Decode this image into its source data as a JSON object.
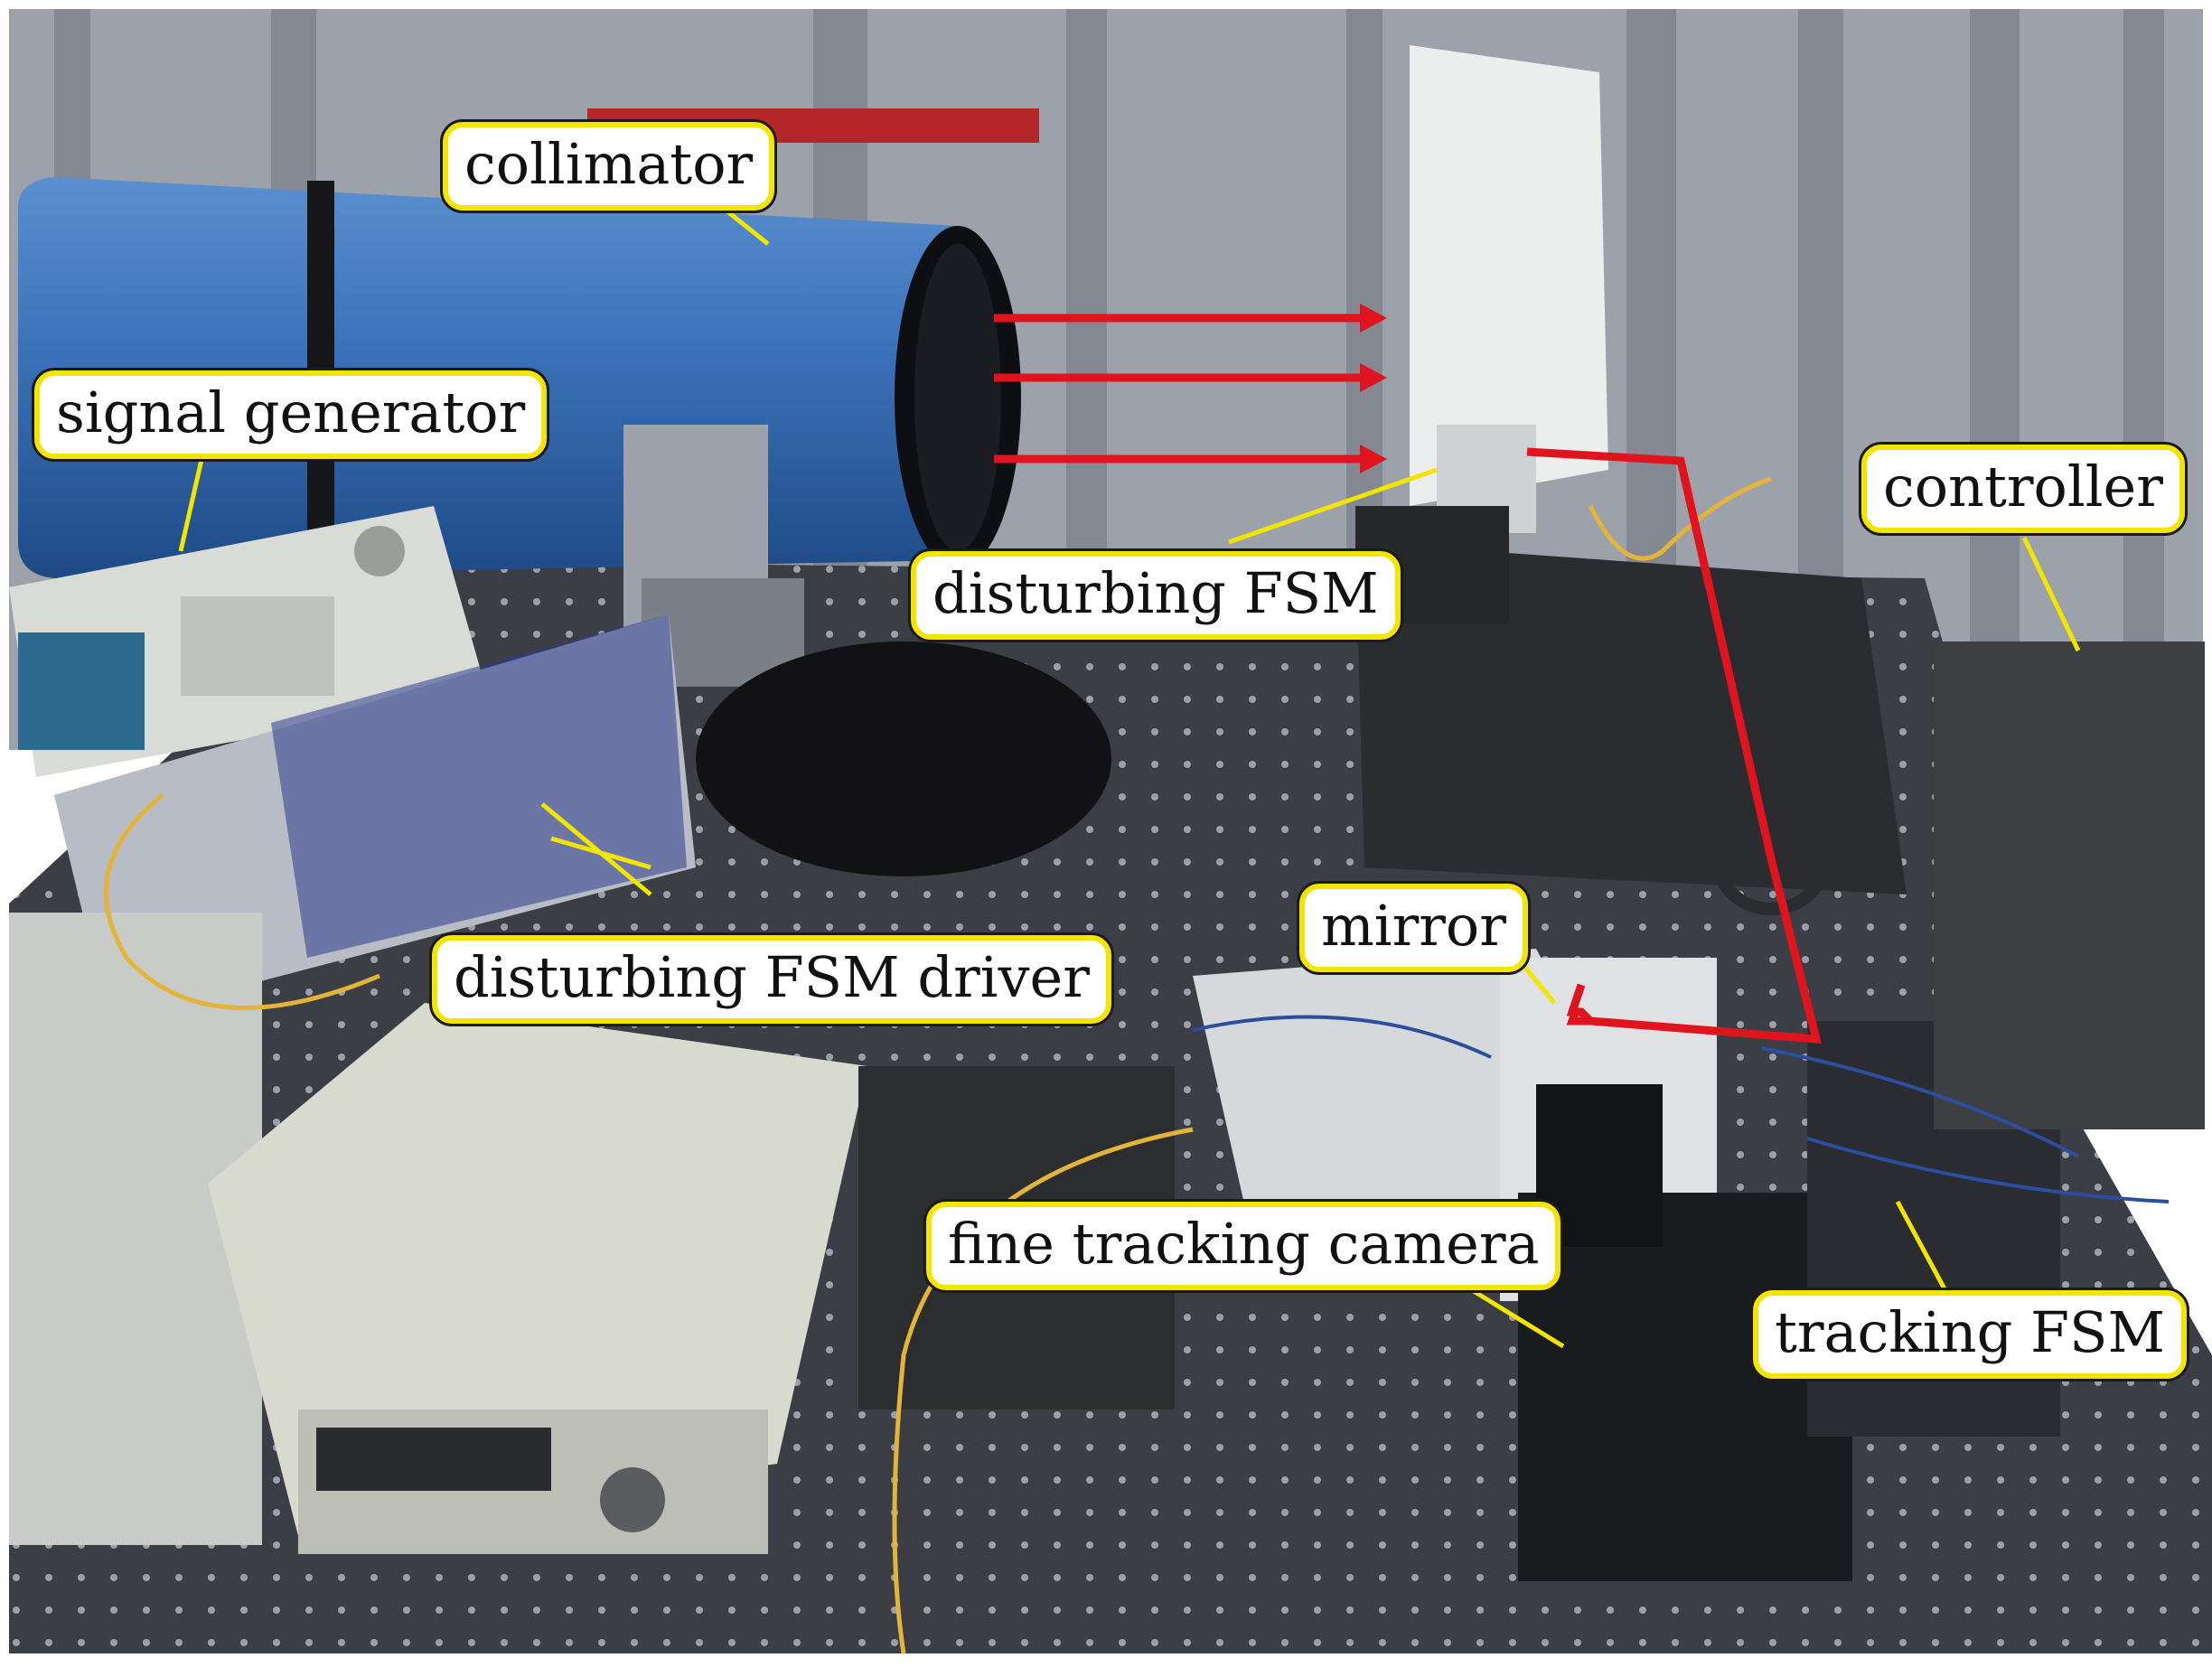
{
  "labels": {
    "collimator": "collimator",
    "signal_generator": "signal generator",
    "disturbing_fsm": "disturbing FSM",
    "controller": "controller",
    "mirror": "mirror",
    "disturbing_fsm_driver": "disturbing FSM driver",
    "fine_tracking_camera": "fine tracking camera",
    "tracking_fsm": "tracking FSM"
  },
  "colors": {
    "label_border": "#f2e600",
    "leader_line": "#f2e600",
    "beam": "#e0141e"
  }
}
